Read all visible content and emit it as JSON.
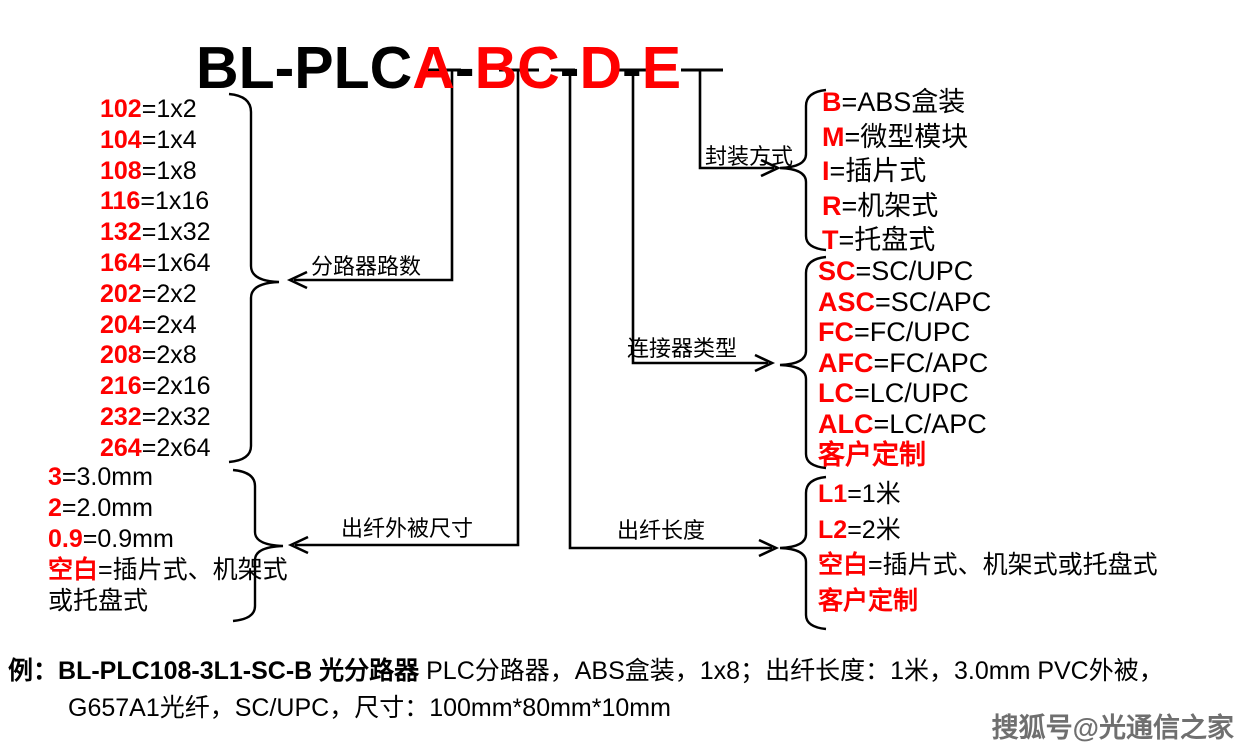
{
  "title": {
    "segments": [
      {
        "text": "BL-PLC",
        "color": "#000000"
      },
      {
        "text": "A",
        "color": "#ff0000"
      },
      {
        "text": "-",
        "color": "#000000"
      },
      {
        "text": "BC",
        "color": "#ff0000"
      },
      {
        "text": "-",
        "color": "#000000"
      },
      {
        "text": "D",
        "color": "#ff0000"
      },
      {
        "text": "-",
        "color": "#000000"
      },
      {
        "text": "E",
        "color": "#ff0000"
      }
    ]
  },
  "labels": {
    "ways": "分路器路数",
    "jacket": "出纤外被尺寸",
    "length": "出纤长度",
    "connector": "连接器类型",
    "package": "封装方式"
  },
  "lists": {
    "ways": [
      {
        "code": "102",
        "value": "=1x2"
      },
      {
        "code": "104",
        "value": "=1x4"
      },
      {
        "code": "108",
        "value": "=1x8"
      },
      {
        "code": "116",
        "value": "=1x16"
      },
      {
        "code": "132",
        "value": "=1x32"
      },
      {
        "code": "164",
        "value": "=1x64"
      },
      {
        "code": "202",
        "value": "=2x2"
      },
      {
        "code": "204",
        "value": "=2x4"
      },
      {
        "code": "208",
        "value": "=2x8"
      },
      {
        "code": "216",
        "value": "=2x16"
      },
      {
        "code": "232",
        "value": "=2x32"
      },
      {
        "code": "264",
        "value": "=2x64"
      }
    ],
    "jacket": [
      {
        "code": "3",
        "value": "=3.0mm"
      },
      {
        "code": "2",
        "value": "=2.0mm"
      },
      {
        "code": "0.9",
        "value": "=0.9mm"
      },
      {
        "code": "空白",
        "value": "=插片式、机架式或托盘式"
      }
    ],
    "package": [
      {
        "code": "B",
        "value": "=ABS盒装"
      },
      {
        "code": "M",
        "value": "=微型模块"
      },
      {
        "code": "I",
        "value": "=插片式"
      },
      {
        "code": "R",
        "value": "=机架式"
      },
      {
        "code": "T",
        "value": "=托盘式"
      }
    ],
    "connector": [
      {
        "code": "SC",
        "value": "=SC/UPC"
      },
      {
        "code": "ASC",
        "value": "=SC/APC"
      },
      {
        "code": "FC",
        "value": "=FC/UPC"
      },
      {
        "code": "AFC",
        "value": "=FC/APC"
      },
      {
        "code": "LC",
        "value": "=LC/UPC"
      },
      {
        "code": "ALC",
        "value": "=LC/APC"
      },
      {
        "code": "客户定制",
        "value": ""
      }
    ],
    "length": [
      {
        "code": "L1",
        "value": "=1米"
      },
      {
        "code": "L2",
        "value": "=2米"
      },
      {
        "code": "空白",
        "value": "=插片式、机架式或托盘式"
      },
      {
        "code": "客户定制",
        "value": ""
      }
    ]
  },
  "example": {
    "prefix": "例：",
    "product": "BL-PLC108-3L1-SC-B 光分路器",
    "line1_rest": " PLC分路器，ABS盒装，1x8；出纤长度：1米，3.0mm PVC外被，",
    "line2": "G657A1光纤，SC/UPC，尺寸：100mm*80mm*10mm"
  },
  "watermark": "搜狐号@光通信之家",
  "colors": {
    "code_red": "#ff0000",
    "text_black": "#000000"
  }
}
